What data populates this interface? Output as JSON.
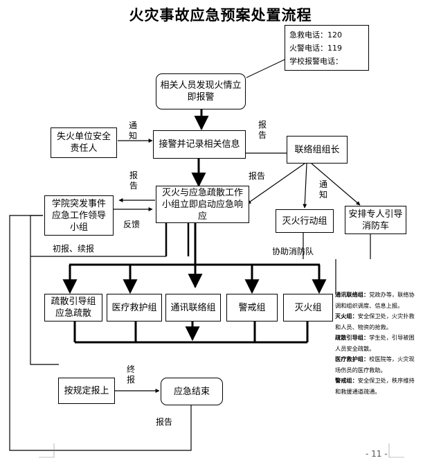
{
  "title": "火灾事故应急预案处置流程",
  "phone": {
    "line1": "急救电话：120",
    "line2": "火警电话：119",
    "line3": "学校报警电话："
  },
  "boxes": {
    "discover": "相关人员发现火情立即报警",
    "unit_chief": "失火单位安全责任人",
    "receive": "接警并记录相关信息",
    "liaison_leader": "联络组组长",
    "command": "灭火与应急疏散工作小组立即启动应急响应",
    "college_leader": "学院突发事件应急工作领导小组",
    "fire_action": "灭火行动组",
    "guide_truck": "安排专人引导消防车",
    "evac": "疏散引导组应急疏散",
    "medical": "医疗救护组",
    "comms": "通讯联络组",
    "guard": "警戒组",
    "extinguish": "灭火组",
    "report_rule": "按规定报上",
    "end": "应急结束"
  },
  "labels": {
    "notify1": "通知",
    "report_v1": "报告",
    "report_h1": "报告",
    "report_v2": "报告",
    "feedback": "反馈",
    "notify2": "通知",
    "initial_report": "初报、续报",
    "assist": "协助消防队",
    "final_report": "终报",
    "report_bottom": "报告"
  },
  "notes": [
    {
      "head": "通讯联络组：",
      "text": "党政办等，联络协调和组织调度、信息上报。"
    },
    {
      "head": "灭火组：",
      "text": "安全保卫处，火灾扑救和人员、物资的抢救。"
    },
    {
      "head": "疏散引导组：",
      "text": "学生处，引导被困人员安全疏散。"
    },
    {
      "head": "医疗救护组：",
      "text": "校医院等，火灾现场伤员的医疗救助。"
    },
    {
      "head": "警戒组：",
      "text": "安全保卫处，秩序维持和救援通道疏通。"
    }
  ],
  "page_number": "- 11 -"
}
